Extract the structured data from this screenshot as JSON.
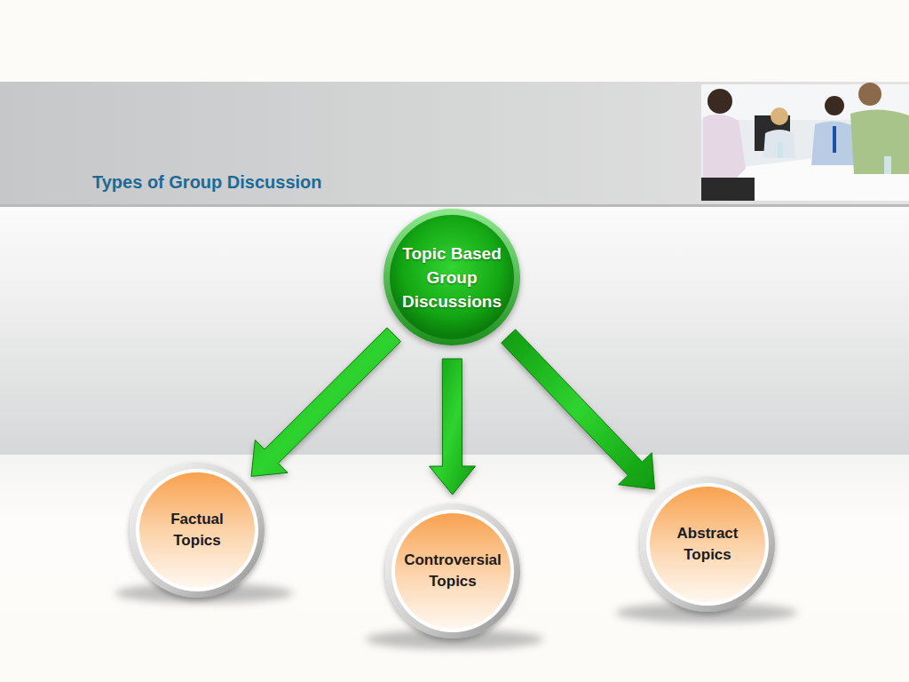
{
  "diagram": {
    "title": "Types of Group Discussion",
    "nodes": [
      {
        "text": [
          "Topic Based Group Discussions"
        ]
      },
      {
        "text": [
          "Factual Topics"
        ]
      },
      {
        "text": [
          "Controversial Topics"
        ]
      },
      {
        "text": [
          "Abstract Topics"
        ]
      }
    ],
    "edges": [
      {
        "from": 0,
        "to": 1,
        "arrow": "to"
      },
      {
        "from": 0,
        "to": 2,
        "arrow": "to"
      },
      {
        "from": 0,
        "to": 3,
        "arrow": "to"
      }
    ]
  }
}
